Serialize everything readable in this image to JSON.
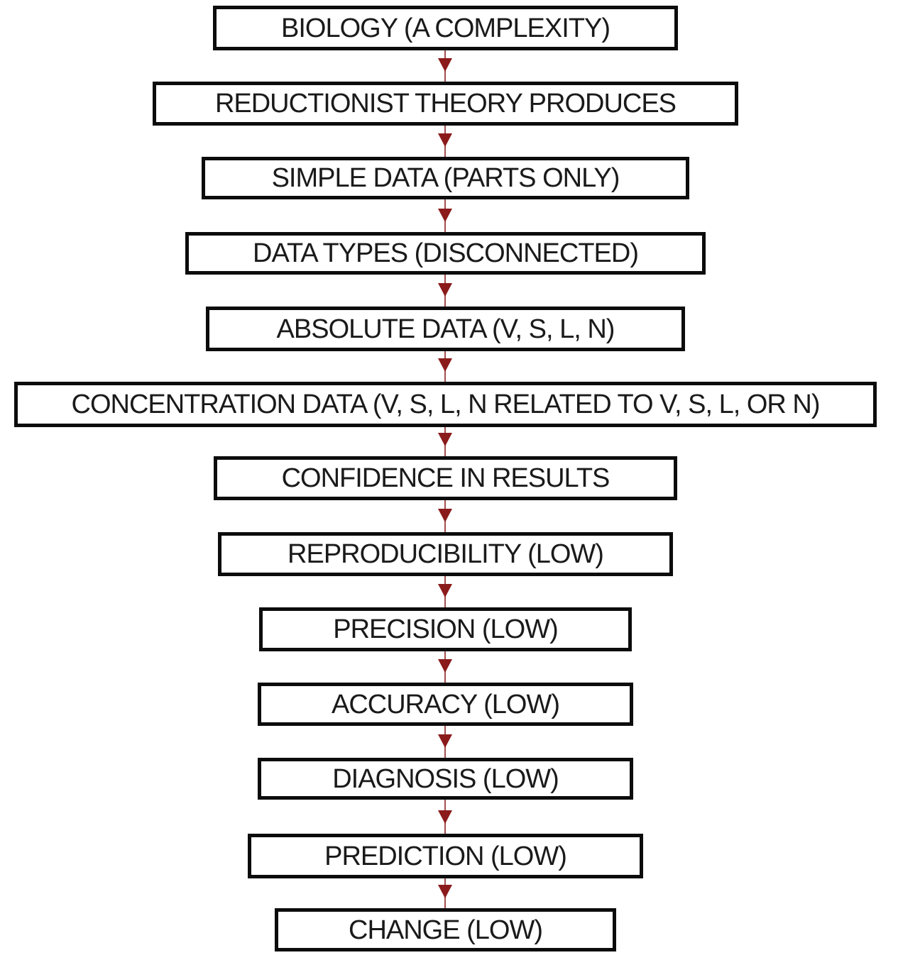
{
  "diagram": {
    "type": "flowchart",
    "direction": "top-down",
    "connections": "each box points to the next box below with a downward arrow",
    "arrow_count": 12,
    "colors": {
      "box_border": "#0c0c0c",
      "box_fill": "#ffffff",
      "text": "#1a1a1a",
      "arrow_line": "#a34f4f",
      "arrow_head": "#8b1a1a",
      "background": "#ffffff"
    },
    "nodes": [
      {
        "label": "BIOLOGY (A COMPLEXITY)"
      },
      {
        "label": "REDUCTIONIST THEORY PRODUCES"
      },
      {
        "label": "SIMPLE DATA (PARTS ONLY)"
      },
      {
        "label": "DATA TYPES (DISCONNECTED)"
      },
      {
        "label": "ABSOLUTE DATA (V, S, L, N)"
      },
      {
        "label": "CONCENTRATION DATA (V, S, L, N RELATED TO V, S, L, OR N)"
      },
      {
        "label": "CONFIDENCE IN RESULTS"
      },
      {
        "label": "REPRODUCIBILITY (LOW)"
      },
      {
        "label": "PRECISION (LOW)"
      },
      {
        "label": "ACCURACY (LOW)"
      },
      {
        "label": "DIAGNOSIS (LOW)"
      },
      {
        "label": "PREDICTION (LOW)"
      },
      {
        "label": "CHANGE (LOW)"
      }
    ]
  }
}
